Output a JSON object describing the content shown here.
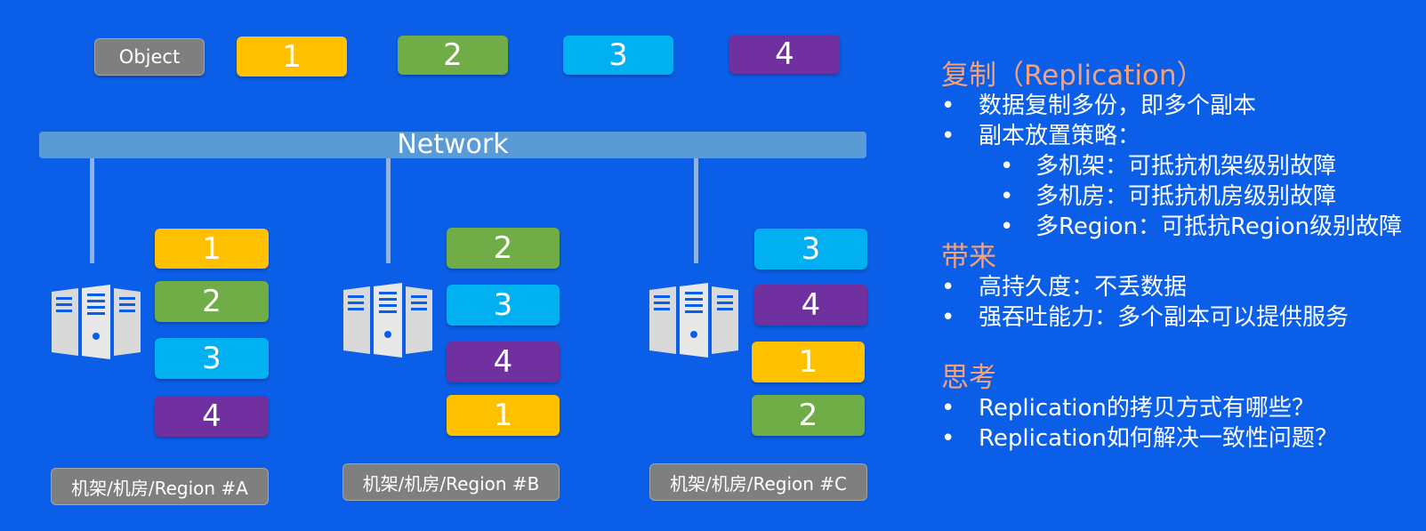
{
  "top_row": {
    "object_label": "Object",
    "chips": [
      "1",
      "2",
      "3",
      "4"
    ]
  },
  "network_label": "Network",
  "racks": [
    {
      "label": "机架/机房/Region #A",
      "chips": [
        "1",
        "2",
        "3",
        "4"
      ]
    },
    {
      "label": "机架/机房/Region #B",
      "chips": [
        "2",
        "3",
        "4",
        "1"
      ]
    },
    {
      "label": "机架/机房/Region #C",
      "chips": [
        "3",
        "4",
        "1",
        "2"
      ]
    }
  ],
  "colors": {
    "1": "#ffc000",
    "2": "#70ad47",
    "3": "#00b0f0",
    "4": "#7030a0",
    "background": "#0a5ee8",
    "heading": "#f4a27a"
  },
  "right_panel": {
    "title": "复制（Replication）",
    "items": [
      "数据复制多份，即多个副本",
      "副本放置策略："
    ],
    "sub_items": [
      "多机架：可抵抗机架级别故障",
      "多机房：可抵抗机房级别故障",
      "多Region：可抵抗Region级别故障"
    ],
    "benefits_title": "带来",
    "benefits": [
      "高持久度：不丢数据",
      "强吞吐能力：多个副本可以提供服务"
    ],
    "think_title": "思考",
    "think_items": [
      "Replication的拷贝方式有哪些？",
      "Replication如何解决一致性问题？"
    ],
    "bullet": "•"
  }
}
